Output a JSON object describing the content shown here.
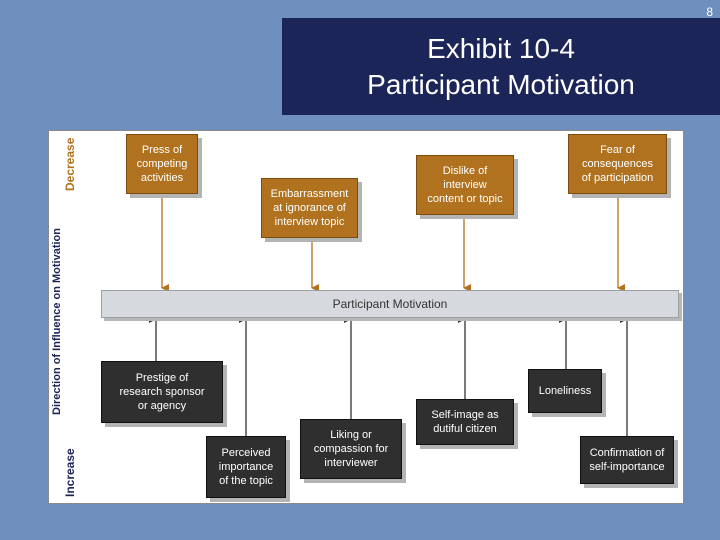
{
  "page_number": "8",
  "title": {
    "line1": "Exhibit 10-4",
    "line2": "Participant Motivation"
  },
  "axis": {
    "label": "Direction of Influence on Motivation",
    "top": "Decrease",
    "bottom": "Increase"
  },
  "center": {
    "label": "Participant Motivation"
  },
  "decrease_factors": [
    "Press of\ncompeting\nactivities",
    "Embarrassment\nat ignorance of\ninterview topic",
    "Dislike of\ninterview\ncontent or topic",
    "Fear of\nconsequences\nof participation"
  ],
  "increase_factors": [
    "Prestige of\nresearch sponsor\nor agency",
    "Perceived\nimportance\nof the topic",
    "Liking or\ncompassion for\ninterviewer",
    "Self-image as\ndutiful citizen",
    "Loneliness",
    "Confirmation of\nself-importance"
  ],
  "colors": {
    "decrease_box": "#b0721e",
    "decrease_arrow": "#b0721e",
    "increase_box": "#2f2f2f",
    "increase_arrow": "#333333",
    "title_bg": "#1c2558",
    "slide_bg": "#6f8fbf"
  }
}
